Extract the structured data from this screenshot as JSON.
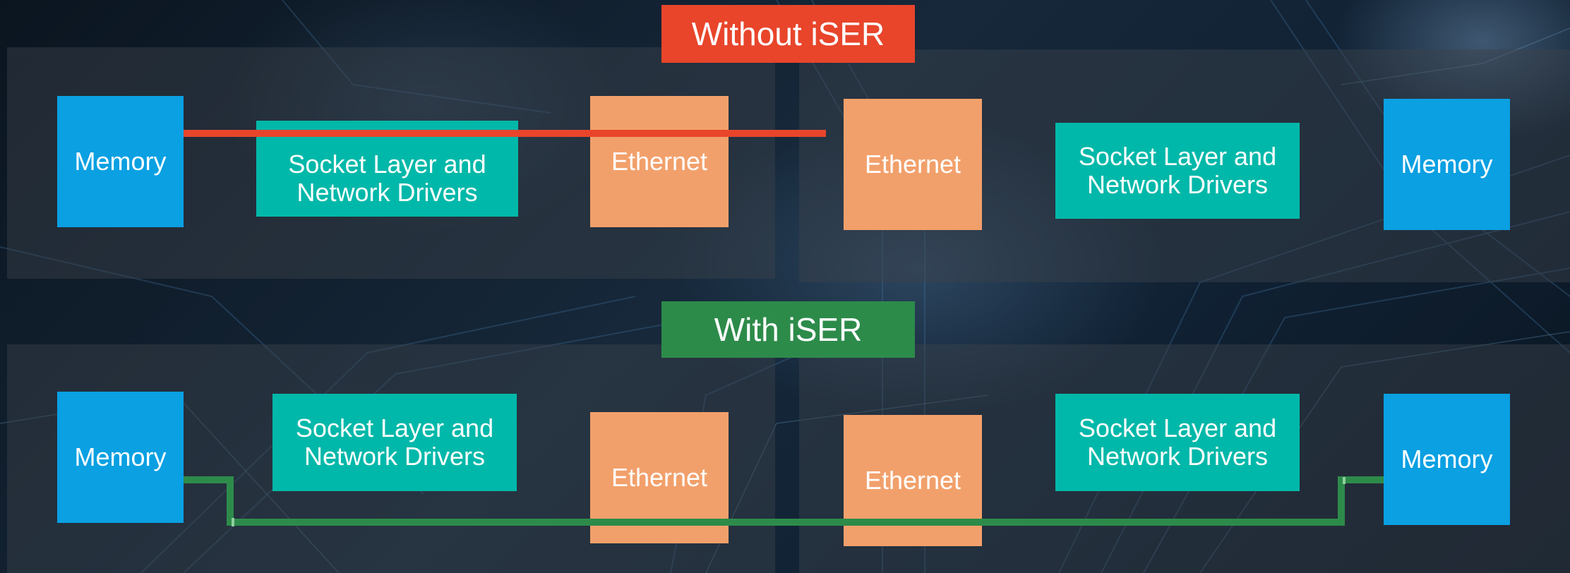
{
  "titles": {
    "without": "Without iSER",
    "with": "With iSER"
  },
  "labels": {
    "memory": "Memory",
    "socket_line1": "Socket Layer and",
    "socket_line2": "Network Drivers",
    "ethernet": "Ethernet"
  },
  "colors": {
    "memory": "#0aa0e2",
    "socket": "#00b8a9",
    "ethernet": "#f2a06b",
    "without_path": "#e8452b",
    "with_path": "#2d8b4a"
  }
}
